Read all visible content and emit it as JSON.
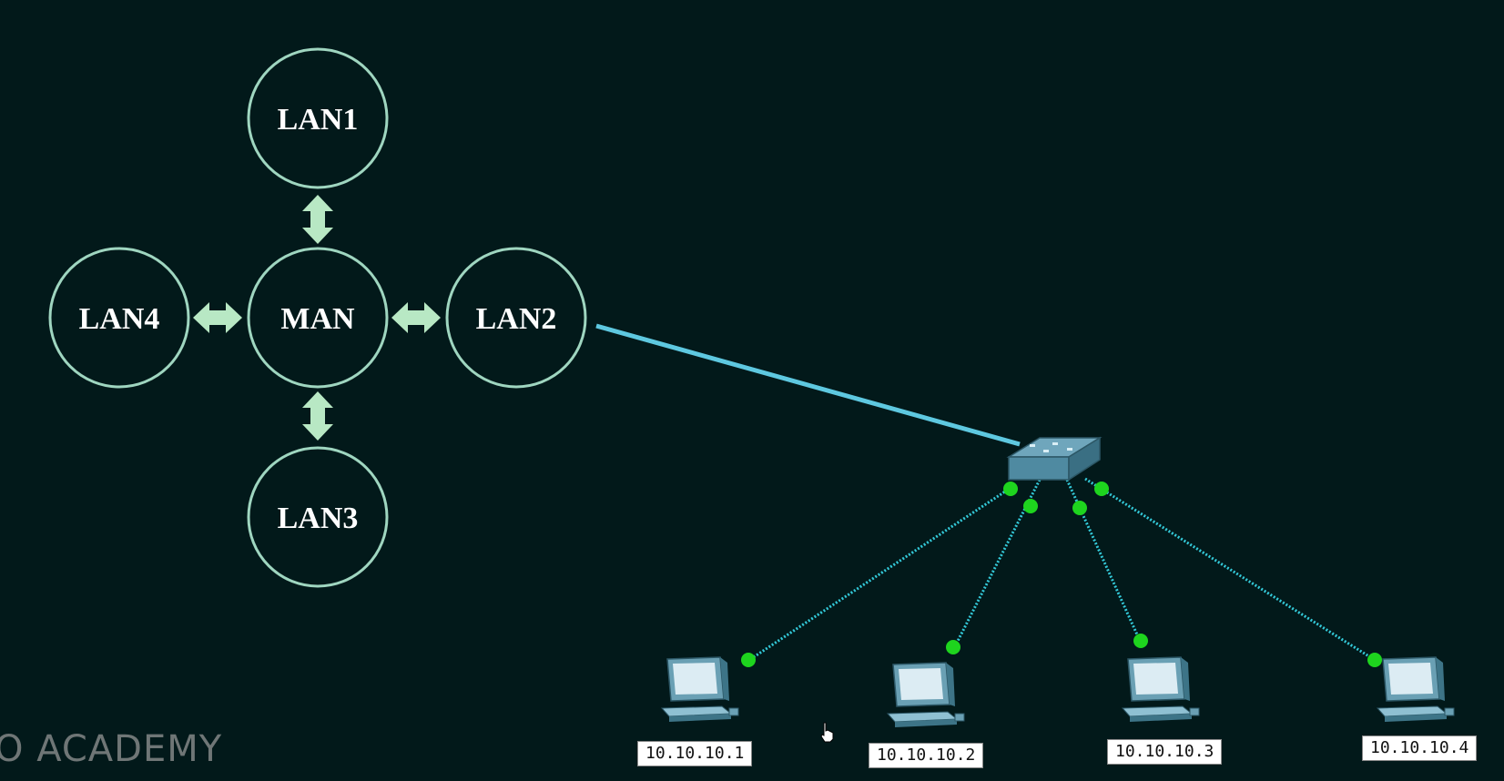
{
  "diagram": {
    "nodes": [
      {
        "id": "lan1",
        "label": "LAN1"
      },
      {
        "id": "lan4",
        "label": "LAN4"
      },
      {
        "id": "man",
        "label": "MAN"
      },
      {
        "id": "lan2",
        "label": "LAN2"
      },
      {
        "id": "lan3",
        "label": "LAN3"
      }
    ],
    "colors": {
      "background": "#02191a",
      "circle_stroke": "#9fd6c0",
      "arrow_fill": "#b8e8c4",
      "uplink": "#5ec8e0",
      "cable": "#33c9d8",
      "port_led": "#1ed41e"
    },
    "switch": {
      "icon": "network-switch-icon"
    },
    "computers": [
      {
        "ip": "10.10.10.1",
        "icon": "desktop-computer-icon"
      },
      {
        "ip": "10.10.10.2",
        "icon": "desktop-computer-icon"
      },
      {
        "ip": "10.10.10.3",
        "icon": "desktop-computer-icon"
      },
      {
        "ip": "10.10.10.4",
        "icon": "desktop-computer-icon"
      }
    ]
  },
  "watermark": "O ACADEMY"
}
